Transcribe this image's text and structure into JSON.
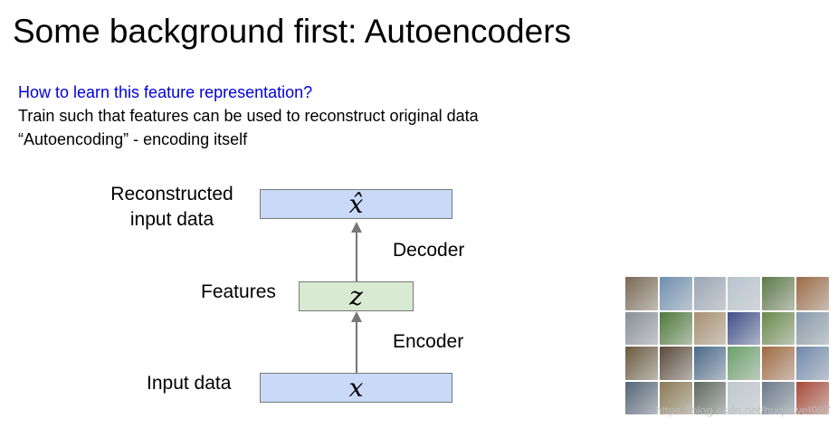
{
  "slide": {
    "title": "Some background first: Autoencoders",
    "question": "How to learn this feature representation?",
    "line1": "Train such that features can be used to reconstruct original data",
    "line2": "“Autoencoding” - encoding itself"
  },
  "diagram": {
    "reconstructed_label_line1": "Reconstructed",
    "reconstructed_label_line2": "input data",
    "features_label": "Features",
    "input_label": "Input data",
    "decoder_label": "Decoder",
    "encoder_label": "Encoder",
    "xhat_symbol": "x̂",
    "z_symbol": "z",
    "x_symbol": "x",
    "colors": {
      "input_box": "#c9daf8",
      "feature_box": "#d9ead3",
      "arrow": "#777777"
    }
  },
  "image_grid": {
    "description_icon": "image-thumbnail-grid",
    "cells": [
      "#7a6a55",
      "#6f8fb0",
      "#9aa7b5",
      "#b8c4d0",
      "#5e7a4a",
      "#9b6b45",
      "#8a8f99",
      "#4e7a3a",
      "#a89070",
      "#3f4f8a",
      "#6a8a4a",
      "#8899aa",
      "#6b5a40",
      "#5a4a3a",
      "#4a6a8a",
      "#6aa06a",
      "#a06a40",
      "#7088aa",
      "#556677",
      "#8a7a55",
      "#606a60",
      "#c0c8d0",
      "#6a7a8a",
      "#aa4a3a"
    ]
  },
  "watermark": "https://blog.csdn.net/huqinweI987"
}
